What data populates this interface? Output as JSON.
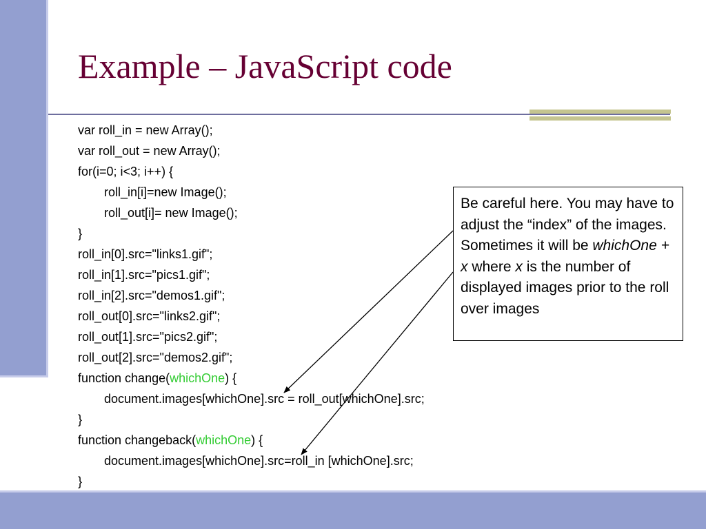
{
  "slide": {
    "title": "Example – JavaScript code"
  },
  "code": {
    "line1": "var roll_in = new Array();",
    "line2": "var roll_out = new Array();",
    "line3": "for(i=0; i<3; i++) {",
    "line4": "roll_in[i]=new Image();",
    "line5": "roll_out[i]= new Image();",
    "line6": "}",
    "line7": "roll_in[0].src=\"links1.gif\";",
    "line8": "roll_in[1].src=\"pics1.gif\";",
    "line9": "roll_in[2].src=\"demos1.gif\";",
    "line10": "roll_out[0].src=\"links2.gif\";",
    "line11": "roll_out[1].src=\"pics2.gif\";",
    "line12": "roll_out[2].src=\"demos2.gif\";",
    "line13_pre": "function change(",
    "line13_param": "whichOne",
    "line13_post": ") {",
    "line14": "document.images[whichOne].src = roll_out[whichOne].src;",
    "line15": "}",
    "line16_pre": "function changeback(",
    "line16_param": "whichOne",
    "line16_post": ") {",
    "line17": "document.images[whichOne].src=roll_in [whichOne].src;",
    "line18": "}"
  },
  "note": {
    "part1": "Be careful here. You may have to adjust the “index” of the images. Sometimes it will be ",
    "part2_italic": "whichOne + x",
    "part3": " where ",
    "part4_italic": "x",
    "part5": " is the number of displayed images prior to the roll over images"
  },
  "colors": {
    "title": "#660033",
    "param_highlight": "#33cc33",
    "accent_bar": "#939fd0",
    "deco_bands": "#c5c590"
  }
}
